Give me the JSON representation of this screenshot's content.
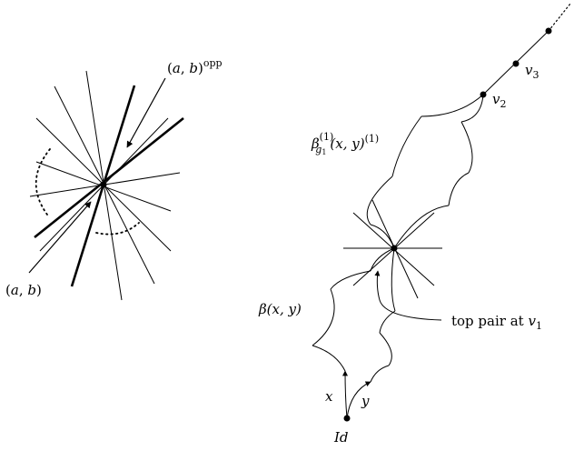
{
  "left_figure": {
    "label_ab": {
      "open": "(",
      "a": "a",
      "comma": ", ",
      "b": "b",
      "close": ")"
    },
    "label_ab_opp": {
      "open": "(",
      "a": "a",
      "comma": ", ",
      "b": "b",
      "close": ")",
      "sup": "opp"
    }
  },
  "right_figure": {
    "vertex_labels": [
      {
        "base": "v",
        "sub": "2"
      },
      {
        "base": "v",
        "sub": "3"
      }
    ],
    "label_beta_xy": {
      "beta": "β",
      "args": "(x, y)"
    },
    "label_beta_g1": {
      "beta": "β",
      "sup1": "(1)",
      "sub": "g",
      "subsub": "1",
      "args": "(x, y)",
      "sup2": "(1)"
    },
    "label_top_pair": {
      "text": "top pair at ",
      "base": "v",
      "sub": "1"
    },
    "label_x": "x",
    "label_y": "y",
    "label_id": "Id"
  }
}
